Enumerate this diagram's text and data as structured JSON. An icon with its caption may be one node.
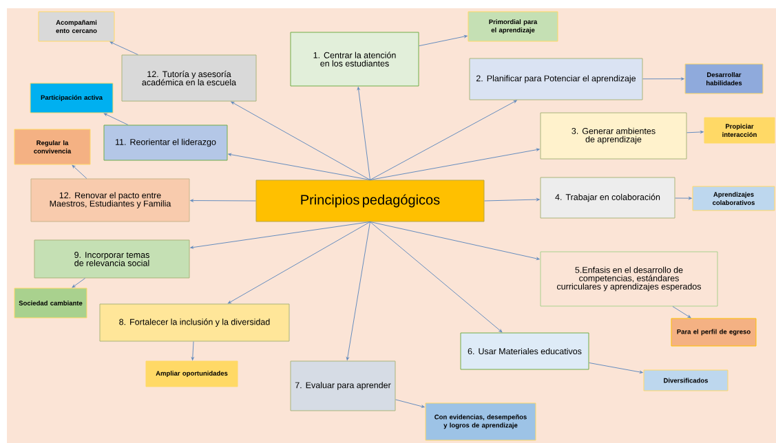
{
  "diagram": {
    "nodes": [
      {
        "text": [
          "Principios pedagógicos"
        ]
      },
      {
        "text": [
          "1. Centrar la atención en los estudiantes"
        ]
      },
      {
        "text": [
          "Primordial para el aprendizaje"
        ]
      },
      {
        "text": [
          "2. Planificar para Potenciar el aprendizaje"
        ]
      },
      {
        "text": [
          "Desarrollar habilidades"
        ]
      },
      {
        "text": [
          "3. Generar ambientes de aprendizaje"
        ]
      },
      {
        "text": [
          "Propiciar interacción"
        ]
      },
      {
        "text": [
          "4. Trabajar en colaboración"
        ]
      },
      {
        "text": [
          "Aprendizajes colaborativos"
        ]
      },
      {
        "text": [
          "5.Enfasis en el desarrollo de competencias, estándares curriculares y aprendizajes esperados"
        ]
      },
      {
        "text": [
          "Para el perfil de egreso"
        ]
      },
      {
        "text": [
          "6. Usar Materiales educativos"
        ]
      },
      {
        "text": [
          "Diversificados"
        ]
      },
      {
        "text": [
          "7. Evaluar para aprender"
        ]
      },
      {
        "text": [
          "Con evidencias, desempeños y logros de aprendizaje"
        ]
      },
      {
        "text": [
          "8. Fortalecer la inclusión y la diversidad"
        ]
      },
      {
        "text": [
          "Ampliar oportunidades"
        ]
      },
      {
        "text": [
          "9. Incorporar temas de relevancia social"
        ]
      },
      {
        "text": [
          "Sociedad cambiante"
        ]
      },
      {
        "text": [
          "12. Renovar el pacto entre Maestros, Estudiantes y Familia"
        ]
      },
      {
        "text": [
          "Regular la convivencia"
        ]
      },
      {
        "text": [
          "11. Reorientar el liderazgo"
        ]
      },
      {
        "text": [
          "Participación activa"
        ]
      },
      {
        "text": [
          "12. Tutoría y asesoría académica en la escuela"
        ]
      },
      {
        "text": [
          "Acompañami ento cercano"
        ]
      }
    ],
    "edges": [
      {
        "from": 0,
        "to": 1,
        "arrow": "to"
      },
      {
        "from": 1,
        "to": 2,
        "arrow": "to"
      },
      {
        "from": 0,
        "to": 3,
        "arrow": "to"
      },
      {
        "from": 3,
        "to": 4,
        "arrow": "to"
      },
      {
        "from": 0,
        "to": 5,
        "arrow": "to"
      },
      {
        "from": 5,
        "to": 6,
        "arrow": "to"
      },
      {
        "from": 0,
        "to": 7,
        "arrow": "to"
      },
      {
        "from": 7,
        "to": 8,
        "arrow": "to"
      },
      {
        "from": 0,
        "to": 9,
        "arrow": "to"
      },
      {
        "from": 9,
        "to": 10,
        "arrow": "to"
      },
      {
        "from": 0,
        "to": 11,
        "arrow": "to"
      },
      {
        "from": 11,
        "to": 12,
        "arrow": "to"
      },
      {
        "from": 0,
        "to": 13,
        "arrow": "to"
      },
      {
        "from": 13,
        "to": 14,
        "arrow": "to"
      },
      {
        "from": 0,
        "to": 15,
        "arrow": "to"
      },
      {
        "from": 15,
        "to": 16,
        "arrow": "to"
      },
      {
        "from": 0,
        "to": 17,
        "arrow": "to"
      },
      {
        "from": 17,
        "to": 18,
        "arrow": "to"
      },
      {
        "from": 0,
        "to": 19,
        "arrow": "to"
      },
      {
        "from": 19,
        "to": 20,
        "arrow": "to"
      },
      {
        "from": 0,
        "to": 21,
        "arrow": "to"
      },
      {
        "from": 21,
        "to": 22,
        "arrow": "to"
      },
      {
        "from": 0,
        "to": 23,
        "arrow": "to"
      },
      {
        "from": 23,
        "to": 24,
        "arrow": "to"
      }
    ]
  }
}
